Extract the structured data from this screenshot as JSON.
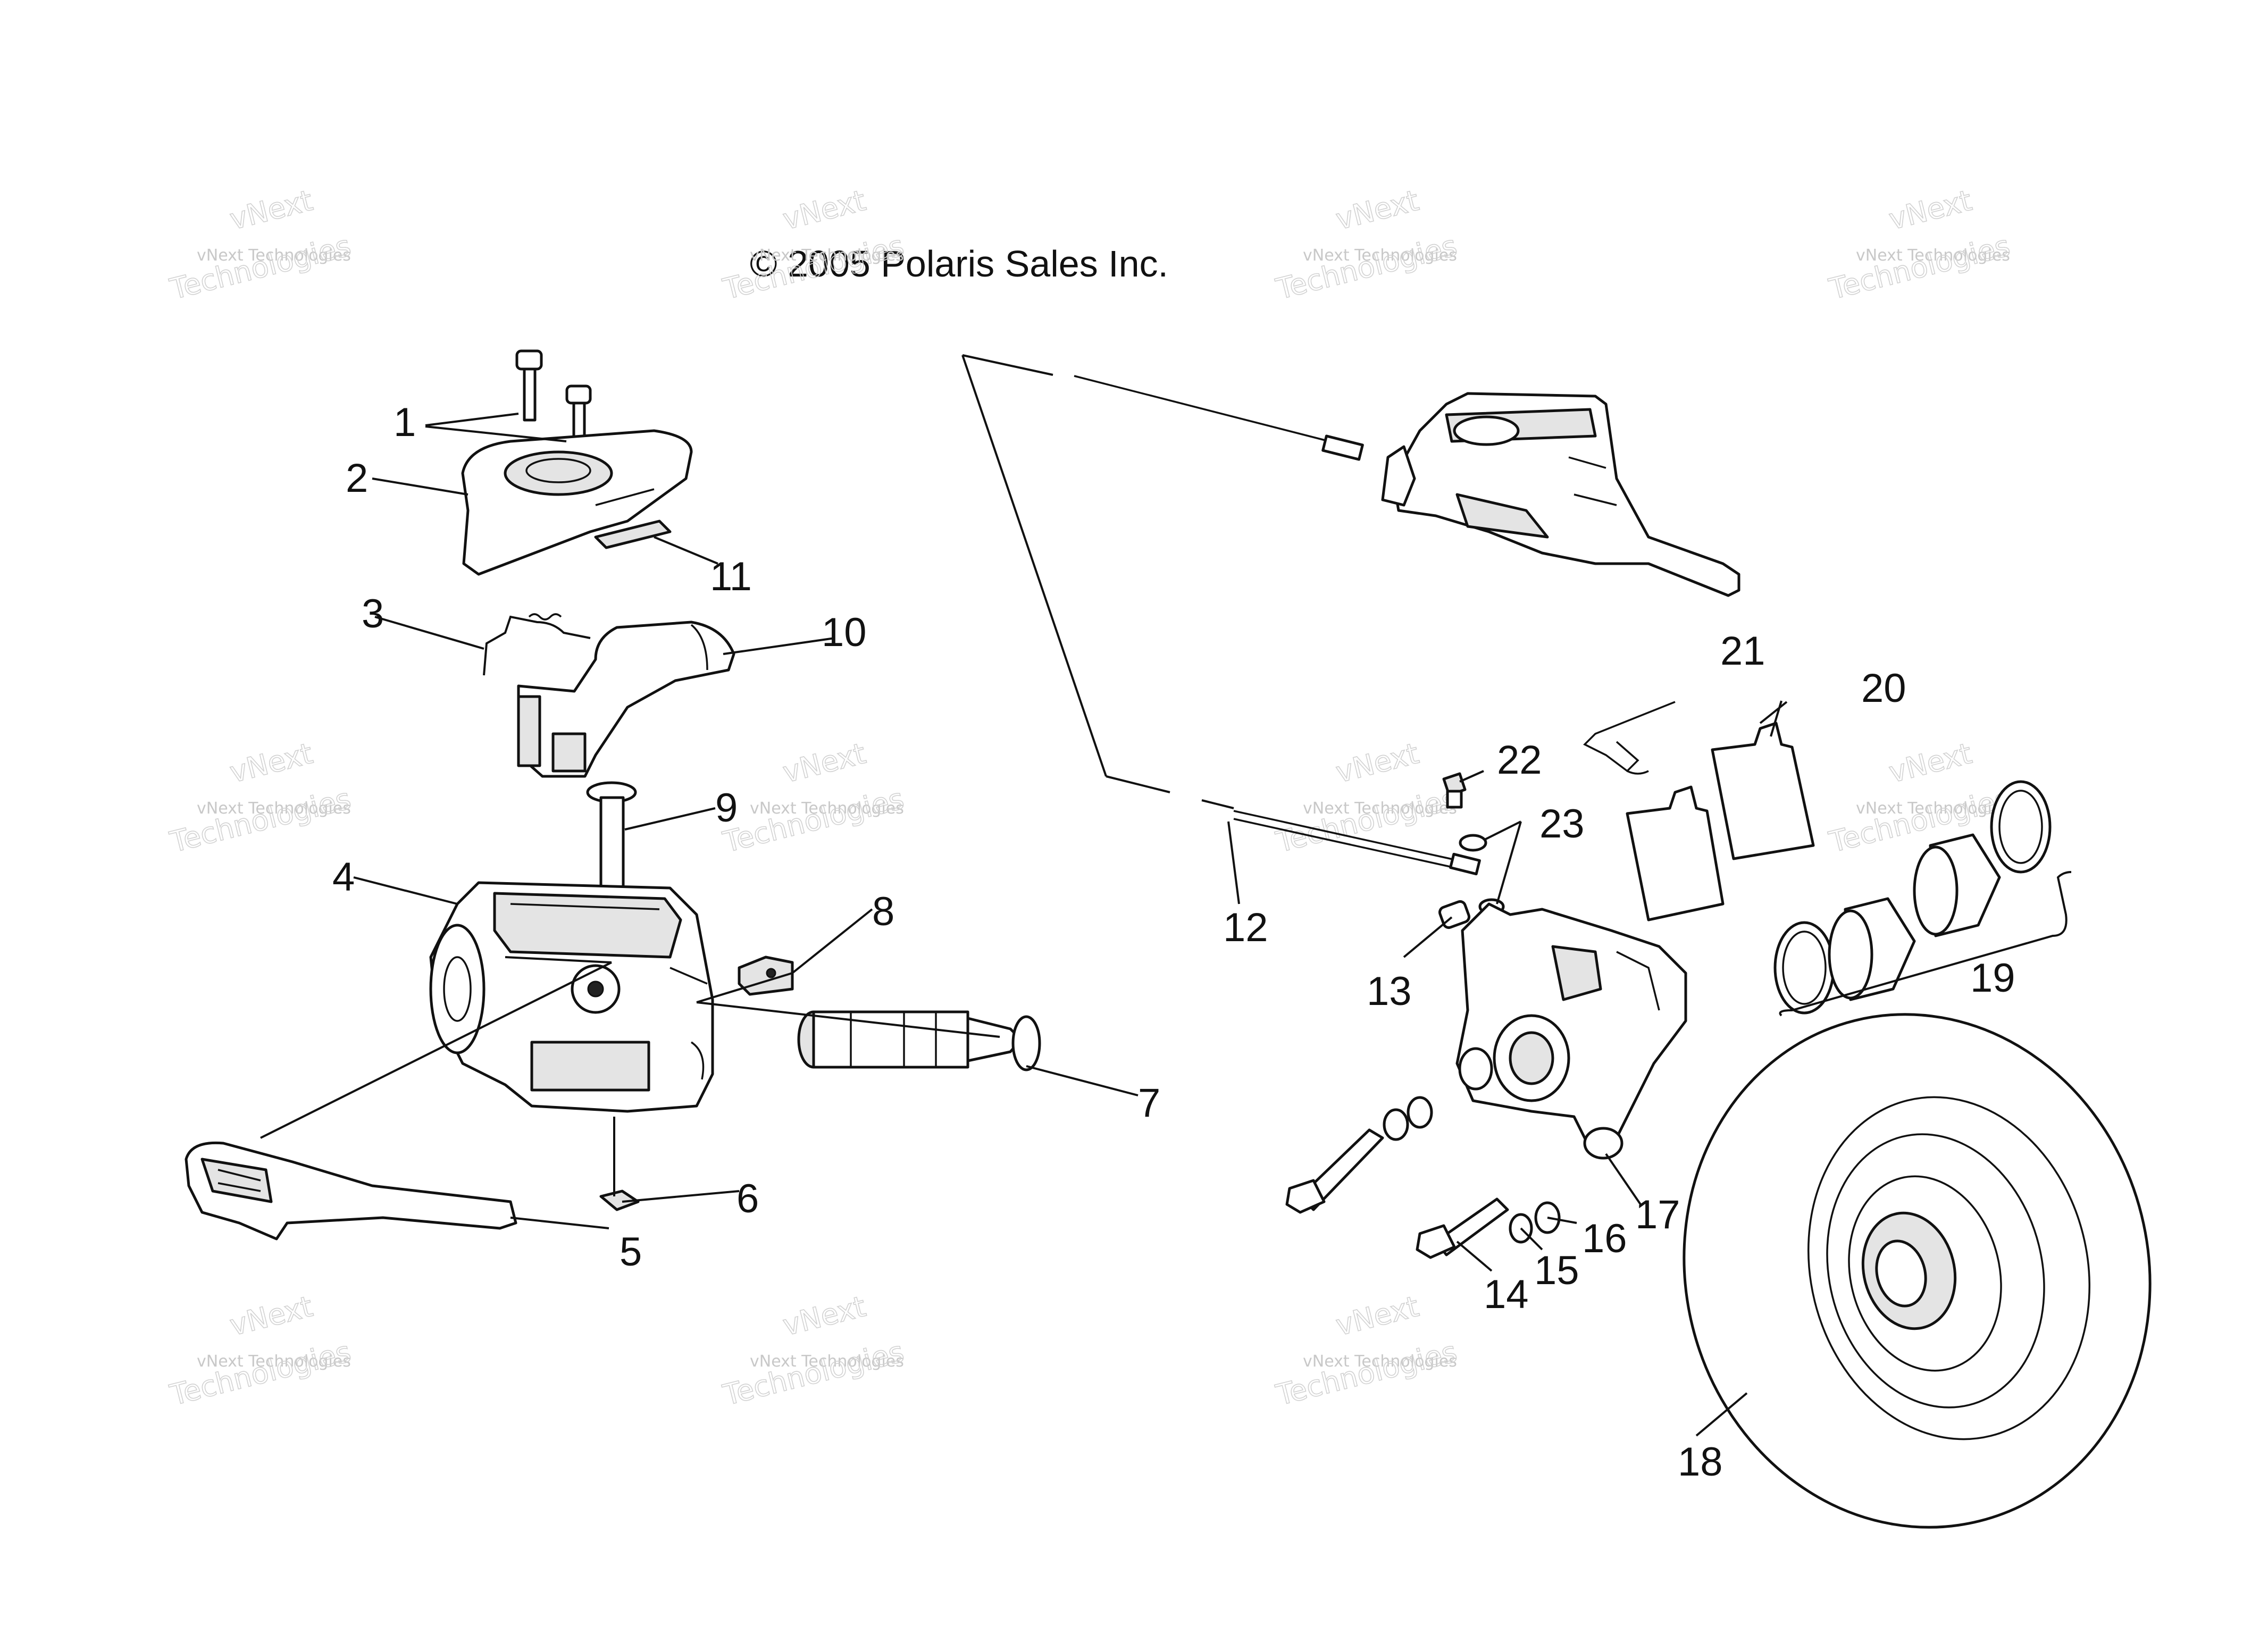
{
  "copyright": "© 2005 Polaris Sales Inc.",
  "watermark": {
    "line1": "vNext Technologies",
    "line2": "vNext",
    "line3": "Technologies"
  },
  "callouts": [
    {
      "id": "1",
      "label": "1"
    },
    {
      "id": "2",
      "label": "2"
    },
    {
      "id": "3",
      "label": "3"
    },
    {
      "id": "4",
      "label": "4"
    },
    {
      "id": "5",
      "label": "5"
    },
    {
      "id": "6",
      "label": "6"
    },
    {
      "id": "7",
      "label": "7"
    },
    {
      "id": "8",
      "label": "8"
    },
    {
      "id": "9",
      "label": "9"
    },
    {
      "id": "10",
      "label": "10"
    },
    {
      "id": "11",
      "label": "11"
    },
    {
      "id": "12",
      "label": "12"
    },
    {
      "id": "13",
      "label": "13"
    },
    {
      "id": "14",
      "label": "14"
    },
    {
      "id": "15",
      "label": "15"
    },
    {
      "id": "16",
      "label": "16"
    },
    {
      "id": "17",
      "label": "17"
    },
    {
      "id": "18",
      "label": "18"
    },
    {
      "id": "19",
      "label": "19"
    },
    {
      "id": "20",
      "label": "20"
    },
    {
      "id": "21",
      "label": "21"
    },
    {
      "id": "22",
      "label": "22"
    },
    {
      "id": "23",
      "label": "23"
    }
  ]
}
